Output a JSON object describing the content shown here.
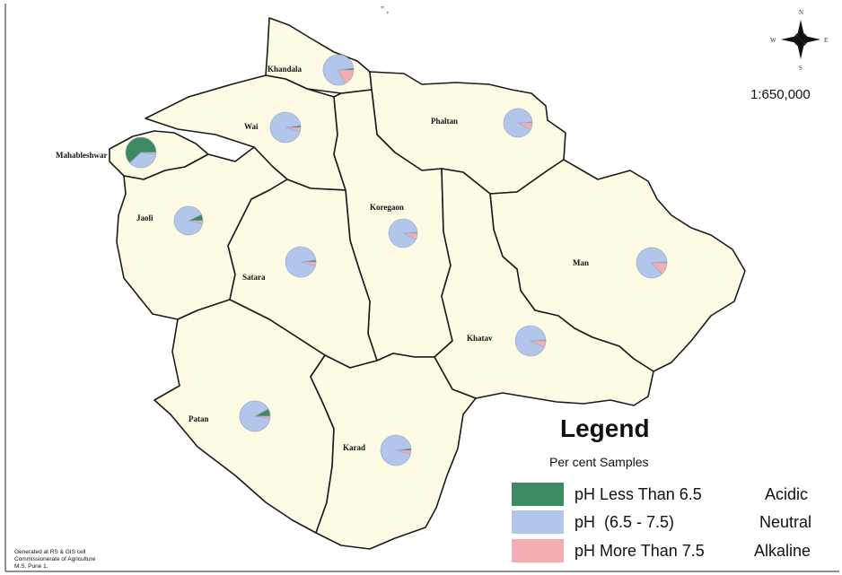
{
  "map": {
    "scale": "1:650,000",
    "credit_lines": [
      "Generated at RS & GIS cell",
      "Commissionerate of Agriculture",
      "M.S. Pune 1."
    ],
    "compass": {
      "north": "N",
      "south": "S",
      "east": "E",
      "west": "W"
    },
    "colors": {
      "land": "#fdfbe4",
      "acidic": "#3c8a62",
      "neutral": "#b1c6ea",
      "alkaline": "#f2adb5"
    }
  },
  "legend": {
    "title": "Legend",
    "subtitle": "Per cent Samples",
    "items": [
      {
        "label": "pH Less Than 6.5",
        "category": "Acidic",
        "color": "#3c8a62"
      },
      {
        "label": "pH  (6.5 - 7.5)",
        "category": "Neutral",
        "color": "#b1c6ea"
      },
      {
        "label": "pH More Than 7.5",
        "category": "Alkaline",
        "color": "#f2adb5"
      }
    ]
  },
  "chart_data": {
    "type": "pie",
    "series": [
      {
        "name": "Acidic",
        "color": "#3c8a62"
      },
      {
        "name": "Neutral",
        "color": "#b1c6ea"
      },
      {
        "name": "Alkaline",
        "color": "#f2adb5"
      }
    ],
    "talukas": [
      {
        "name": "Khandala",
        "values": [
          2,
          80,
          18
        ]
      },
      {
        "name": "Wai",
        "values": [
          2,
          94,
          4
        ]
      },
      {
        "name": "Phaltan",
        "values": [
          1,
          91,
          8
        ]
      },
      {
        "name": "Mahableshwar",
        "values": [
          62,
          36,
          2
        ]
      },
      {
        "name": "Jaoli",
        "values": [
          7,
          90,
          3
        ]
      },
      {
        "name": "Koregaon",
        "values": [
          1,
          92,
          7
        ]
      },
      {
        "name": "Satara",
        "values": [
          2,
          94,
          4
        ]
      },
      {
        "name": "Man",
        "values": [
          1,
          86,
          13
        ]
      },
      {
        "name": "Khatav",
        "values": [
          1,
          92,
          7
        ]
      },
      {
        "name": "Patan",
        "values": [
          8,
          90,
          2
        ]
      },
      {
        "name": "Karad",
        "values": [
          2,
          94,
          4
        ]
      }
    ]
  }
}
